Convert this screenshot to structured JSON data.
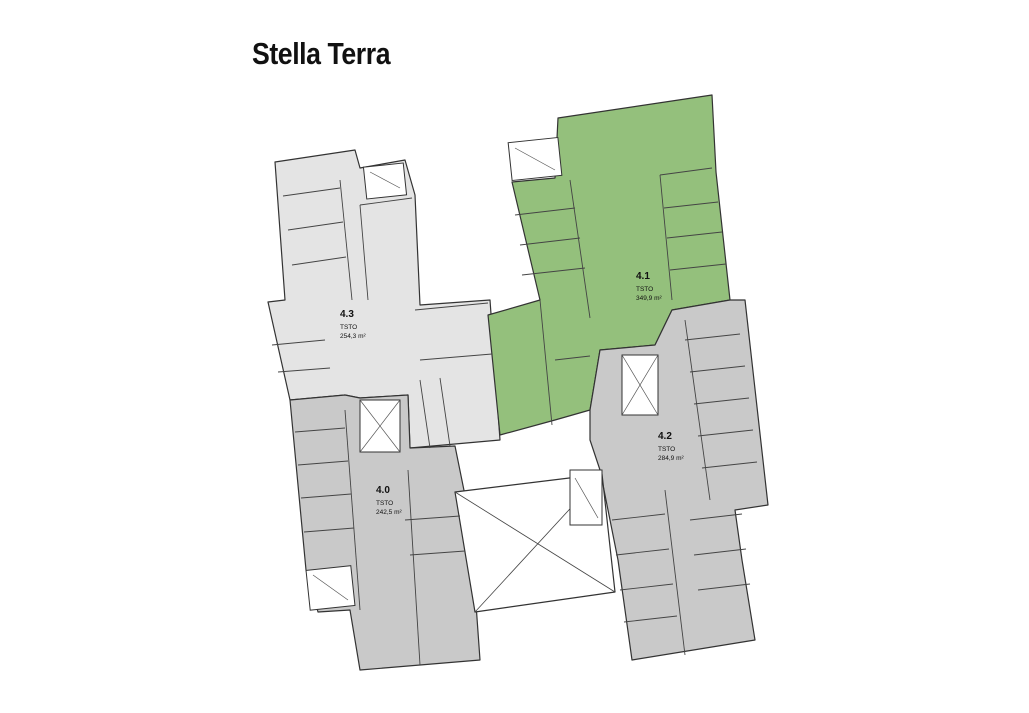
{
  "title": "Stella Terra",
  "colors": {
    "available": "#94c07c",
    "zone_light": "#e4e4e4",
    "zone_dark": "#c9c9c9",
    "wall": "#333333"
  },
  "zones": [
    {
      "id": "4.0",
      "type": "TSTO",
      "area": "242,5 m²"
    },
    {
      "id": "4.1",
      "type": "TSTO",
      "area": "349,9 m²"
    },
    {
      "id": "4.2",
      "type": "TSTO",
      "area": "284,9 m²"
    },
    {
      "id": "4.3",
      "type": "TSTO",
      "area": "254,3 m²"
    }
  ]
}
